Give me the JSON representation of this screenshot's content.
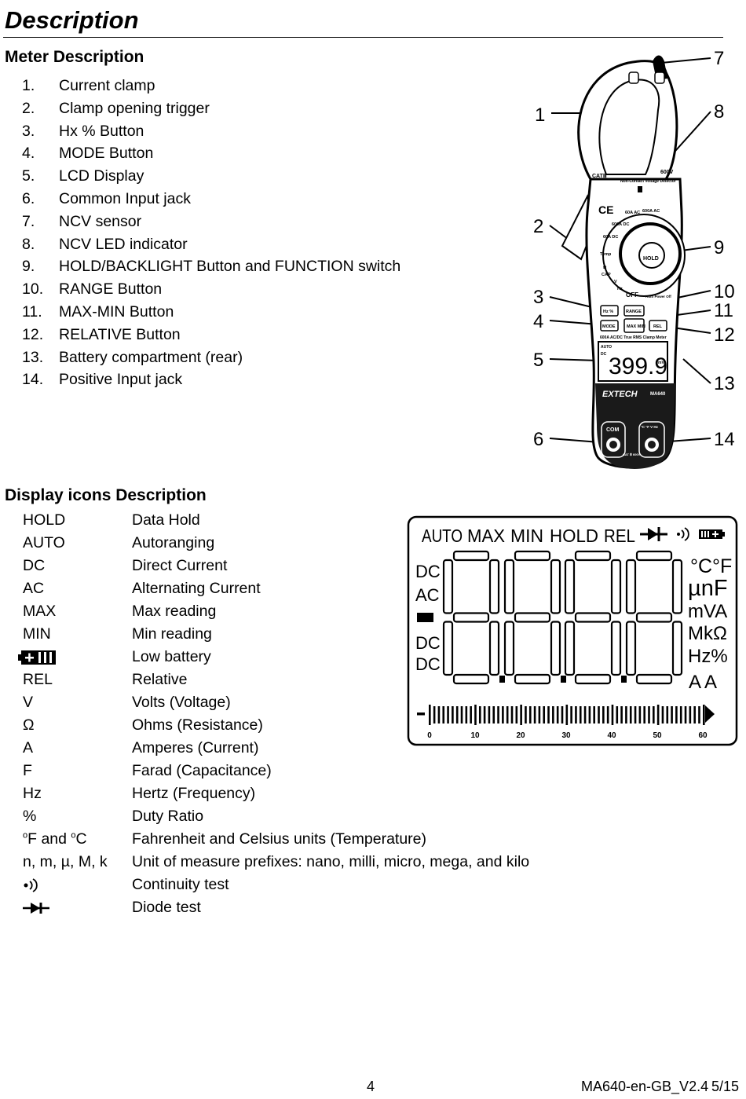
{
  "page_title": "Description",
  "meter": {
    "heading": "Meter Description",
    "items": [
      {
        "num": "1.",
        "label": "Current clamp"
      },
      {
        "num": "2.",
        "label": "Clamp opening trigger"
      },
      {
        "num": "3.",
        "label": "Hx % Button"
      },
      {
        "num": "4.",
        "label": "MODE Button"
      },
      {
        "num": "5.",
        "label": "LCD Display"
      },
      {
        "num": "6.",
        "label": "Common Input jack"
      },
      {
        "num": "7.",
        "label": "NCV sensor"
      },
      {
        "num": "8.",
        "label": "NCV LED indicator"
      },
      {
        "num": "9.",
        "label": "HOLD/BACKLIGHT Button and FUNCTION switch"
      },
      {
        "num": "10.",
        "label": "RANGE Button"
      },
      {
        "num": "11.",
        "label": "MAX-MIN Button"
      },
      {
        "num": "12.",
        "label": "RELATIVE Button"
      },
      {
        "num": "13.",
        "label": "Battery compartment (rear)"
      },
      {
        "num": "14.",
        "label": "Positive Input jack"
      }
    ],
    "figure": {
      "callouts": [
        "1",
        "2",
        "3",
        "4",
        "5",
        "6",
        "7",
        "8",
        "9",
        "10",
        "11",
        "12",
        "13",
        "14"
      ],
      "device": {
        "cat_label": "CATⅢ",
        "ncv_label": "Non-Contact Voltage Detector",
        "voltage_rating": "600V",
        "ce_mark": "CE",
        "dial_labels": [
          "60A AC",
          "600A AC",
          "600A DC",
          "60A DC",
          "Temp",
          "Ω",
          "CAP",
          "V",
          "Hz",
          "OFF"
        ],
        "hold_label": "HOLD",
        "auto_power_off": "Auto Power Off",
        "btn_hz": "Hz %",
        "btn_range": "RANGE",
        "btn_mode": "MODE",
        "btn_maxmin": "MAX MIN",
        "btn_rel": "REL",
        "model_text": "600A AC/DC True RMS Clamp Meter",
        "lcd_auto": "AUTO",
        "lcd_dc": "DC",
        "lcd_reading": "399.9",
        "lcd_unit": "mV",
        "brand": "EXTECH",
        "model": "MA640",
        "com_label": "COM",
        "input_label": "°C °F V Hz",
        "jack_rating": "CAT Ⅲ 600V"
      }
    }
  },
  "display_icons": {
    "heading": "Display icons Description",
    "items": [
      {
        "symbol": "HOLD",
        "desc": "Data Hold"
      },
      {
        "symbol": "AUTO",
        "desc": "Autoranging"
      },
      {
        "symbol": "DC",
        "desc": "Direct Current"
      },
      {
        "symbol": "AC",
        "desc": "Alternating Current"
      },
      {
        "symbol": "MAX",
        "desc": "Max reading"
      },
      {
        "symbol": "MIN",
        "desc": "Min reading"
      },
      {
        "symbol": "",
        "desc": "Low battery",
        "icon": "battery-icon"
      },
      {
        "symbol": "REL",
        "desc": "Relative"
      },
      {
        "symbol": "V",
        "desc": "Volts (Voltage)"
      },
      {
        "symbol": "Ω",
        "desc": "Ohms (Resistance)"
      },
      {
        "symbol": "A",
        "desc": "Amperes (Current)"
      },
      {
        "symbol": "F",
        "desc": "Farad (Capacitance)"
      },
      {
        "symbol": "Hz",
        "desc": "Hertz (Frequency)"
      },
      {
        "symbol": "%",
        "desc": "Duty Ratio"
      },
      {
        "symbol": "",
        "desc": "Fahrenheit and Celsius units (Temperature)",
        "sym_parts": [
          "o",
          "F and ",
          "o",
          "C"
        ]
      },
      {
        "symbol": "n, m, µ, M, k",
        "desc": "Unit of measure prefixes: nano, milli, micro, mega, and kilo"
      },
      {
        "symbol": "",
        "desc": "Continuity test",
        "icon": "continuity-icon"
      },
      {
        "symbol": "",
        "desc": "Diode test",
        "icon": "diode-icon"
      }
    ],
    "lcd": {
      "top": [
        "AUTO",
        "MAX",
        "MIN",
        "HOLD",
        "REL"
      ],
      "left": [
        "DC",
        "AC",
        "-",
        "DC",
        "DC"
      ],
      "right": [
        "°C°F",
        "µnF",
        "mVA",
        "MkΩ",
        "Hz%",
        "A A"
      ],
      "bar_minus": "-",
      "scale": [
        "0",
        "10",
        "20",
        "30",
        "40",
        "50",
        "60"
      ]
    }
  },
  "footer": {
    "page_number": "4",
    "doc_id": "MA640-en-GB_V2.4",
    "page_of": "5/15"
  }
}
